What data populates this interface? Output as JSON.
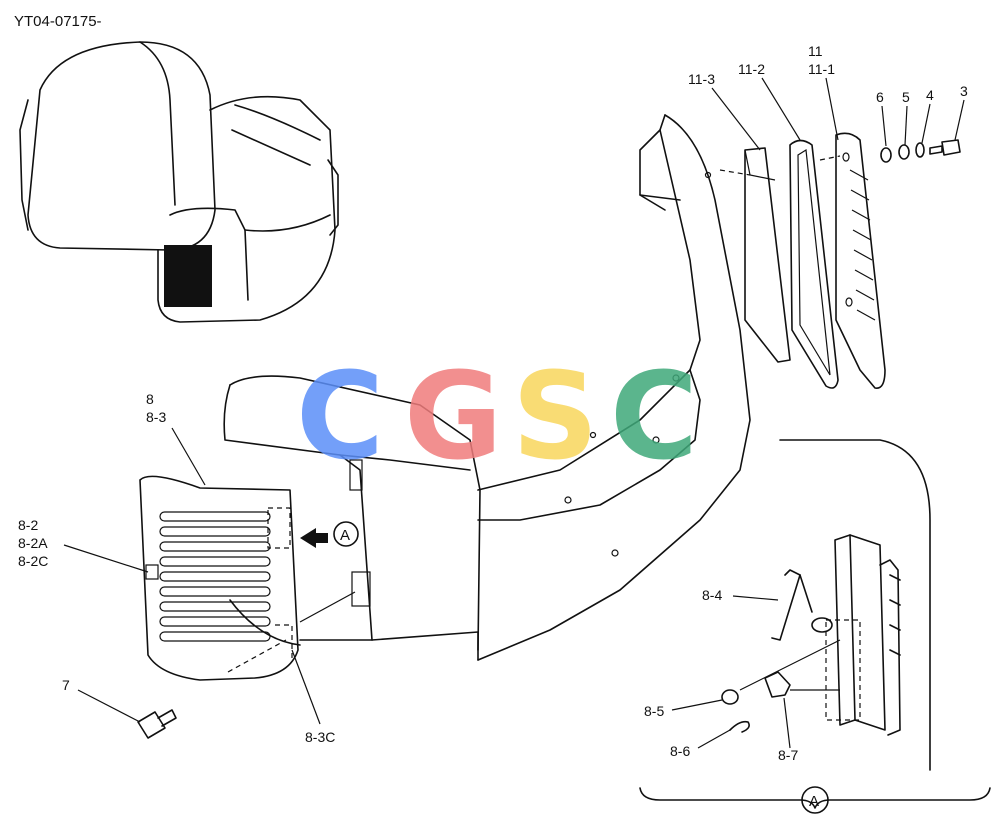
{
  "figure_code": "YT04-07175-",
  "watermark": {
    "letters": [
      "C",
      "G",
      "S",
      "C"
    ],
    "colors": [
      "#5b8ff9",
      "#f07c7c",
      "#f9d65c",
      "#3fa97a"
    ]
  },
  "callout": "A",
  "labels": {
    "p11": "11",
    "p11_1": "11-1",
    "p11_2": "11-2",
    "p11_3": "11-3",
    "p6": "6",
    "p5": "5",
    "p4": "4",
    "p3": "3",
    "p8": "8",
    "p8_3": "8-3",
    "p8_2": "8-2",
    "p8_2A": "8-2A",
    "p8_2C": "8-2C",
    "p7": "7",
    "p8_3C": "8-3C",
    "p8_4": "8-4",
    "p8_5": "8-5",
    "p8_6": "8-6",
    "p8_7": "8-7"
  }
}
